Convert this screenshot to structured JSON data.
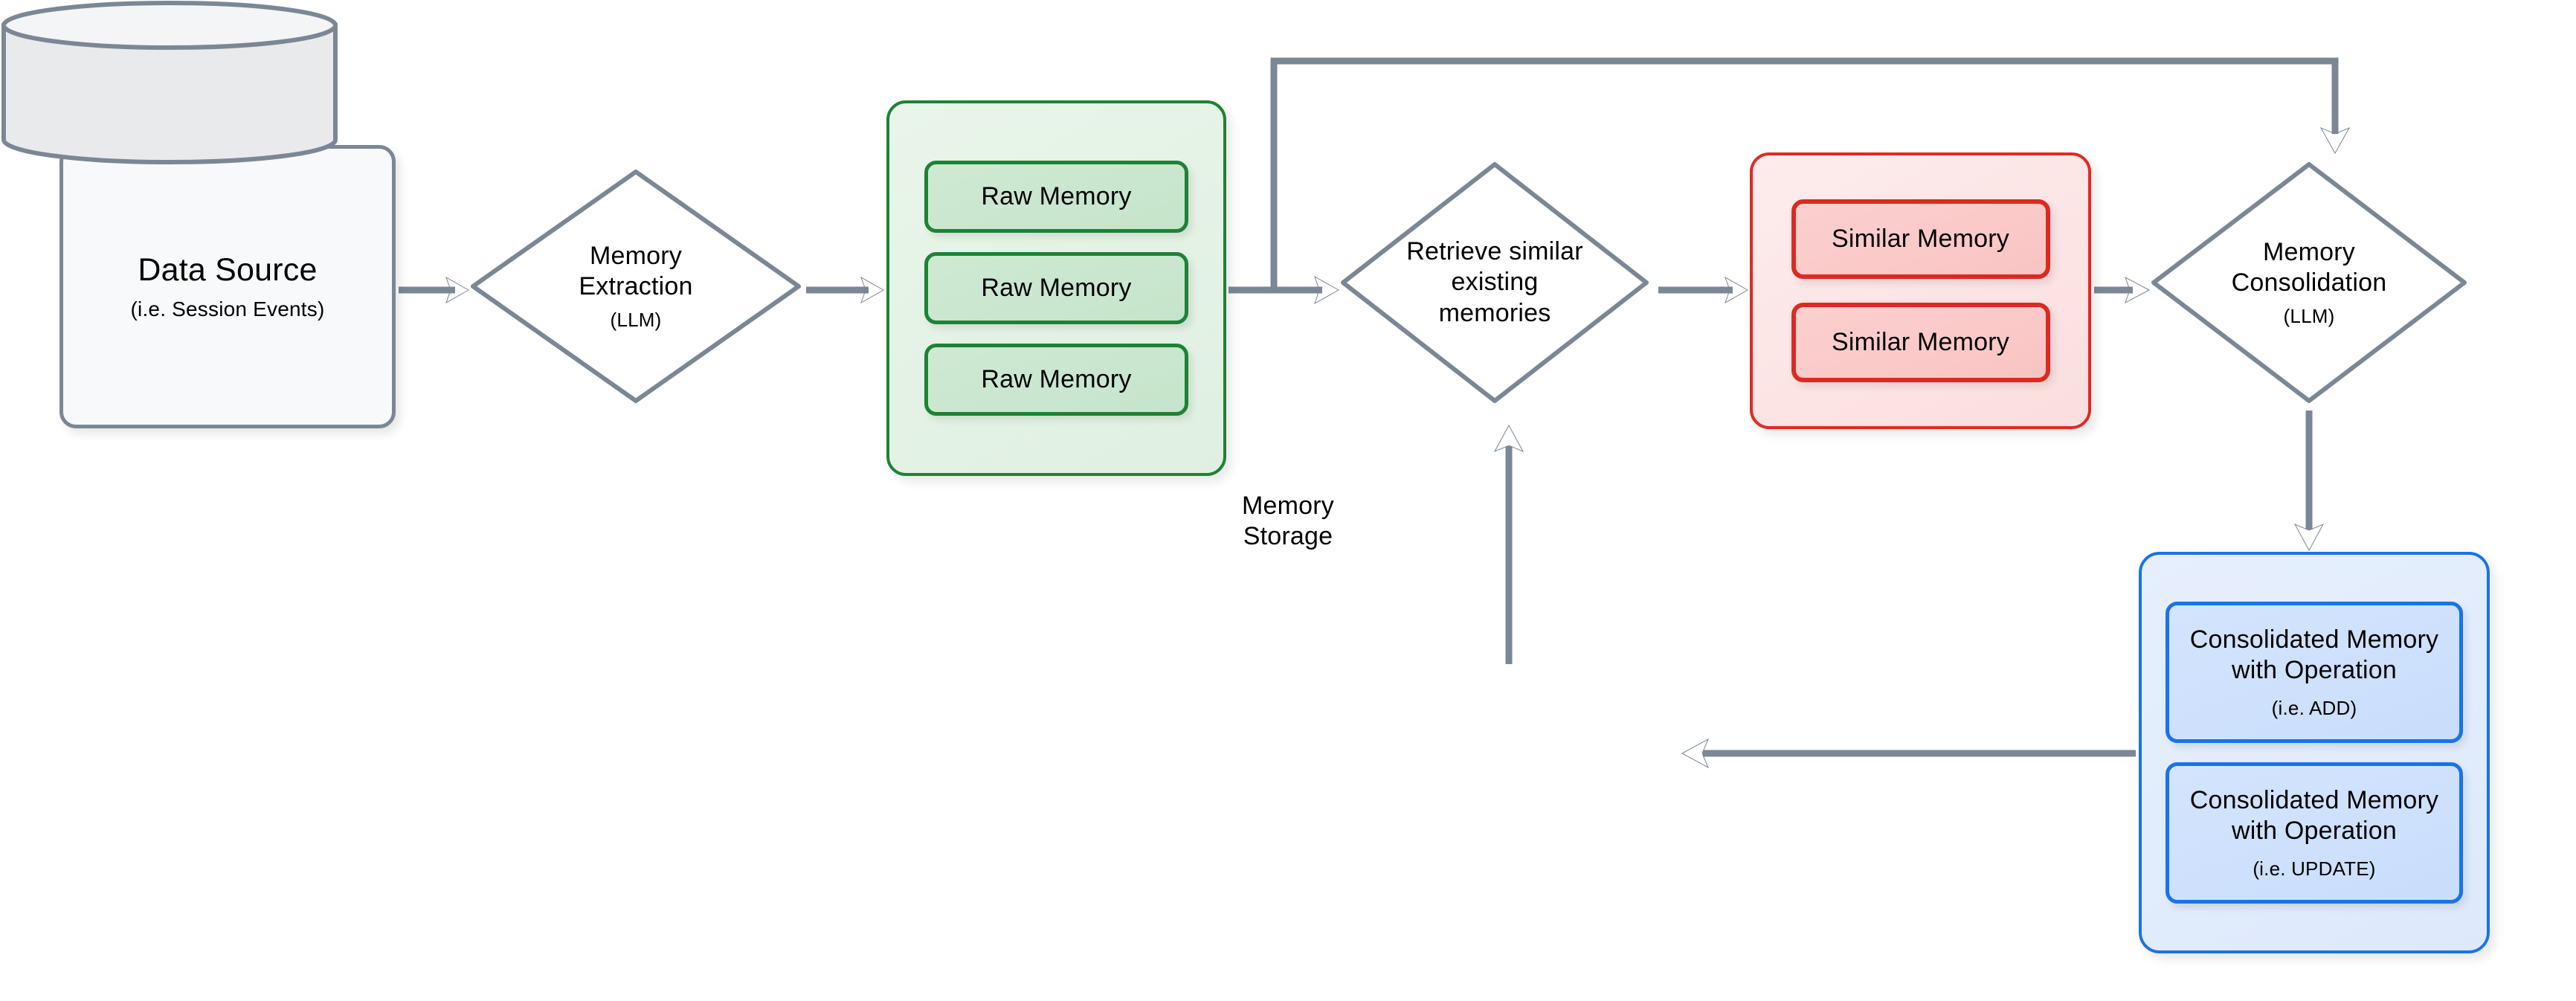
{
  "diagram": {
    "title": "Memory pipeline flow",
    "colors": {
      "stroke_gray": "#7b8794",
      "green_border": "#1e8235",
      "green_fill": "#dff0e1",
      "red_border": "#dc2a22",
      "red_fill": "#fbd0cf",
      "blue_border": "#1a73e8",
      "blue_fill": "#d4e4fd",
      "node_fill": "#f7f9fb"
    },
    "nodes": {
      "data_source": {
        "label": "Data Source",
        "sublabel": "(i.e. Session Events)",
        "shape": "rounded-rectangle"
      },
      "memory_extraction": {
        "line1": "Memory",
        "line2": "Extraction",
        "sublabel": "(LLM)",
        "shape": "diamond"
      },
      "raw_memory_group": {
        "shape": "rounded-rectangle-group",
        "items": [
          {
            "label": "Raw Memory"
          },
          {
            "label": "Raw Memory"
          },
          {
            "label": "Raw Memory"
          }
        ]
      },
      "retrieve_similar": {
        "line1": "Retrieve similar",
        "line2": "existing",
        "line3": "memories",
        "shape": "diamond"
      },
      "similar_memory_group": {
        "shape": "rounded-rectangle-group",
        "items": [
          {
            "label": "Similar Memory"
          },
          {
            "label": "Similar Memory"
          }
        ]
      },
      "memory_consolidation": {
        "line1": "Memory",
        "line2": "Consolidation",
        "sublabel": "(LLM)",
        "shape": "diamond"
      },
      "consolidated_memory_group": {
        "shape": "rounded-rectangle-group",
        "items": [
          {
            "line1": "Consolidated Memory",
            "line2": "with Operation",
            "sublabel": "(i.e. ADD)"
          },
          {
            "line1": "Consolidated Memory",
            "line2": "with Operation",
            "sublabel": "(i.e. UPDATE)"
          }
        ]
      },
      "memory_storage": {
        "line1": "Memory",
        "line2": "Storage",
        "shape": "cylinder"
      }
    },
    "edges": [
      {
        "name": "data-source-to-memory-extraction",
        "from": "data_source",
        "to": "memory_extraction",
        "direction": "right"
      },
      {
        "name": "memory-extraction-to-raw-memory",
        "from": "memory_extraction",
        "to": "raw_memory_group",
        "direction": "right"
      },
      {
        "name": "raw-memory-to-retrieve-similar",
        "from": "raw_memory_group",
        "to": "retrieve_similar",
        "direction": "right"
      },
      {
        "name": "raw-memory-to-memory-consolidation-feedback",
        "from": "raw_memory_group",
        "to": "memory_consolidation",
        "direction": "up-right-down"
      },
      {
        "name": "retrieve-similar-to-similar-memory",
        "from": "retrieve_similar",
        "to": "similar_memory_group",
        "direction": "right"
      },
      {
        "name": "similar-memory-to-memory-consolidation",
        "from": "similar_memory_group",
        "to": "memory_consolidation",
        "direction": "right"
      },
      {
        "name": "memory-consolidation-to-consolidated-memory",
        "from": "memory_consolidation",
        "to": "consolidated_memory_group",
        "direction": "down"
      },
      {
        "name": "consolidated-memory-to-memory-storage",
        "from": "consolidated_memory_group",
        "to": "memory_storage",
        "direction": "left"
      },
      {
        "name": "memory-storage-to-retrieve-similar",
        "from": "memory_storage",
        "to": "retrieve_similar",
        "direction": "up"
      }
    ]
  }
}
